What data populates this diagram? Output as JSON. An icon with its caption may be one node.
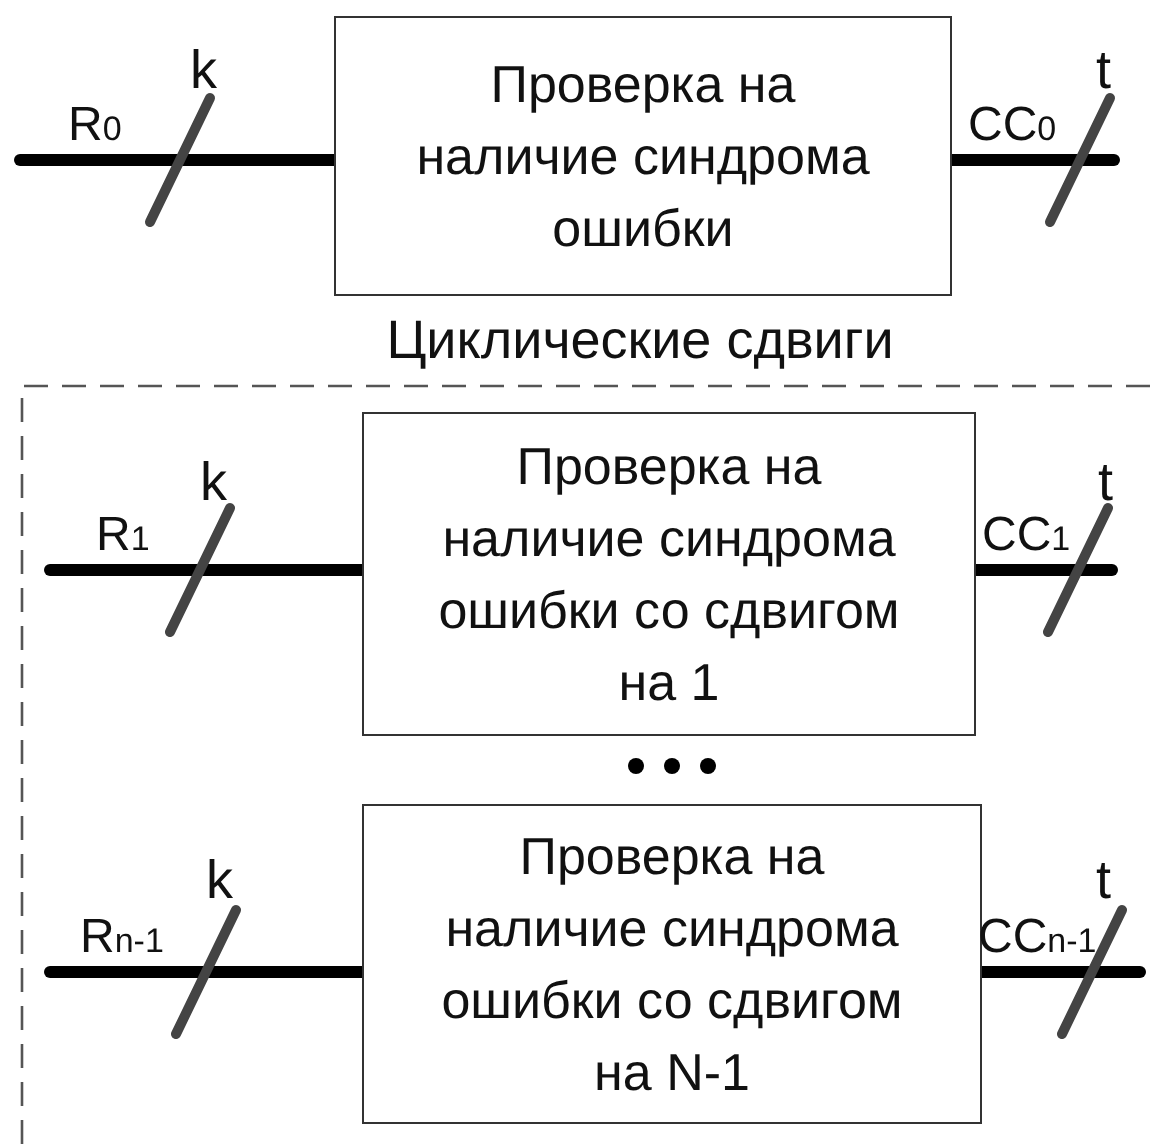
{
  "diagram": {
    "nodes": [
      {
        "text": [
          "Проверка на наличие синдрома ошибки"
        ]
      },
      {
        "text": [
          "Циклические сдвиги"
        ]
      },
      {
        "text": [
          "Проверка на наличие синдрома ошибки со сдвигом на 1"
        ],
        "in": 1
      },
      {
        "text": [
          "Проверка на наличие синдрома ошибки со сдвигом на N-1"
        ],
        "in": 1
      }
    ],
    "edges": [
      {
        "from": null,
        "to": 0,
        "arrow": "none",
        "label": "R$_{0}$"
      },
      {
        "from": 0,
        "to": null,
        "arrow": "none",
        "label": "CC$_{0}$"
      },
      {
        "from": null,
        "to": 2,
        "arrow": "none",
        "label": "R$_{1}$"
      },
      {
        "from": 2,
        "to": null,
        "arrow": "none",
        "label": "CC$_{1}$"
      },
      {
        "from": null,
        "to": 3,
        "arrow": "none",
        "label": "R$_{n-1}$"
      },
      {
        "from": 3,
        "to": null,
        "arrow": "none",
        "label": "CC$_{n-1}$"
      }
    ],
    "labels": [
      "k",
      "t",
      "k",
      "t",
      "k",
      "t"
    ]
  }
}
